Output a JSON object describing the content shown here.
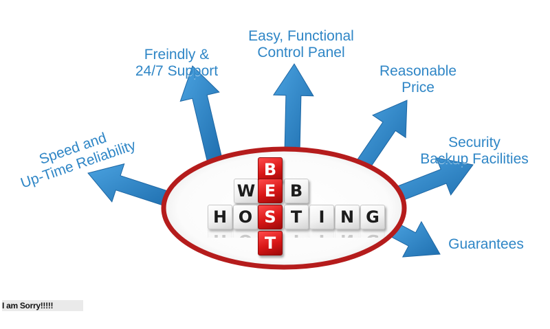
{
  "center_words": {
    "vertical": "BEST",
    "web": "WEB",
    "hosting": "HOSTING"
  },
  "features": {
    "speed": [
      "Speed and",
      "Up-Time Reliability"
    ],
    "support": [
      "Freindly &",
      "24/7 Support"
    ],
    "panel": [
      "Easy, Functional",
      "Control Panel"
    ],
    "price": [
      "Reasonable",
      "Price"
    ],
    "security": [
      "Security",
      "Backup Facilities"
    ],
    "guarantees": [
      "Guarantees"
    ]
  },
  "footer_note": "I am Sorry!!!!!",
  "colors": {
    "arrow": "#2f86c6",
    "ellipse": "#b51c1c",
    "label": "#2f86c6",
    "accent_tile": "#d81616"
  }
}
